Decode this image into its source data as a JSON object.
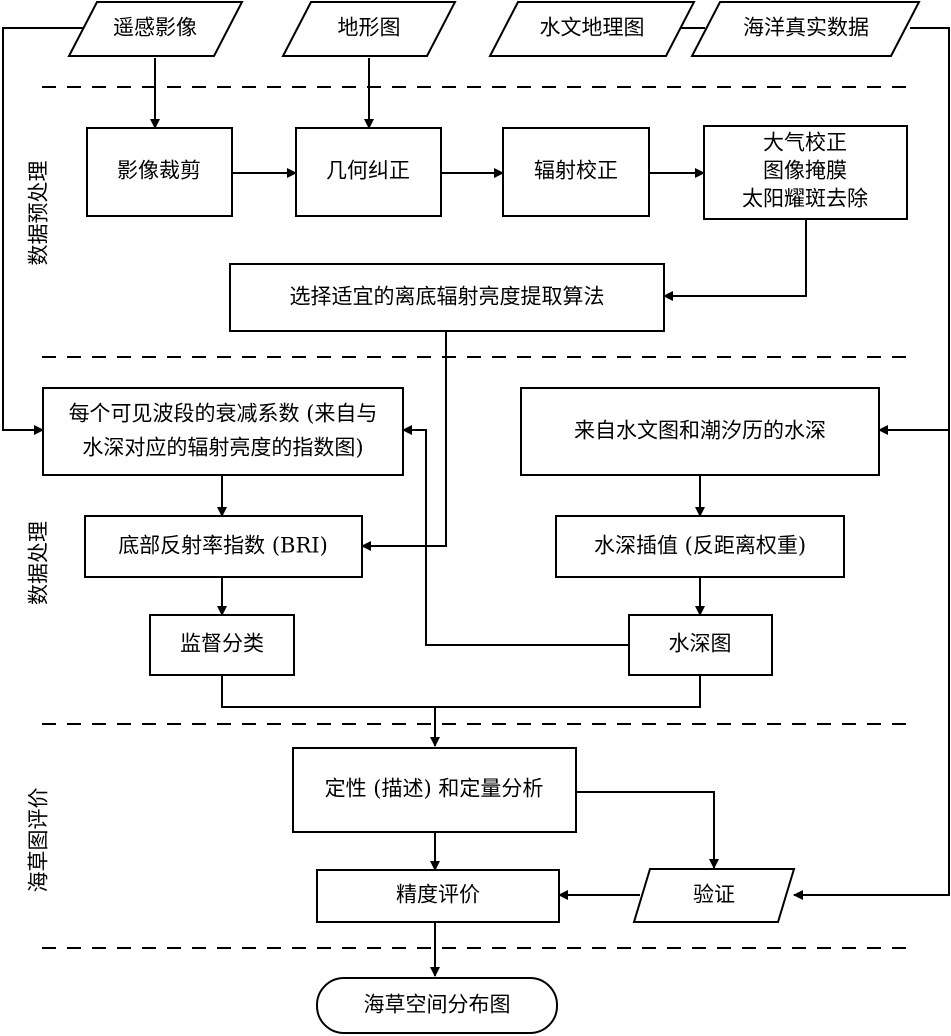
{
  "inputs": {
    "remote_sensing": "遥感影像",
    "topographic_map": "地形图",
    "hydrographic_map": "水文地理图",
    "ocean_truth_data": "海洋真实数据"
  },
  "sections": {
    "preprocessing": "数据预处理",
    "processing": "数据处理",
    "evaluation": "海草图评价"
  },
  "preprocess": {
    "crop": "影像裁剪",
    "geometric": "几何纠正",
    "radiometric": "辐射校正",
    "corrections": [
      "大气校正",
      "图像掩膜",
      "太阳耀斑去除"
    ],
    "algorithm": "选择适宜的离底辐射亮度提取算法"
  },
  "process": {
    "attenuation": [
      "每个可见波段的衰减系数 (来自与",
      "水深对应的辐射亮度的指数图)"
    ],
    "bri": "底部反射率指数 (BRI)",
    "classification": "监督分类",
    "water_depth_source": "来自水文图和潮汐历的水深",
    "interpolation": "水深插值 (反距离权重)",
    "depth_map": "水深图"
  },
  "evaluation": {
    "analysis": "定性 (描述) 和定量分析",
    "accuracy": "精度评价",
    "validation": "验证",
    "output": "海草空间分布图"
  }
}
